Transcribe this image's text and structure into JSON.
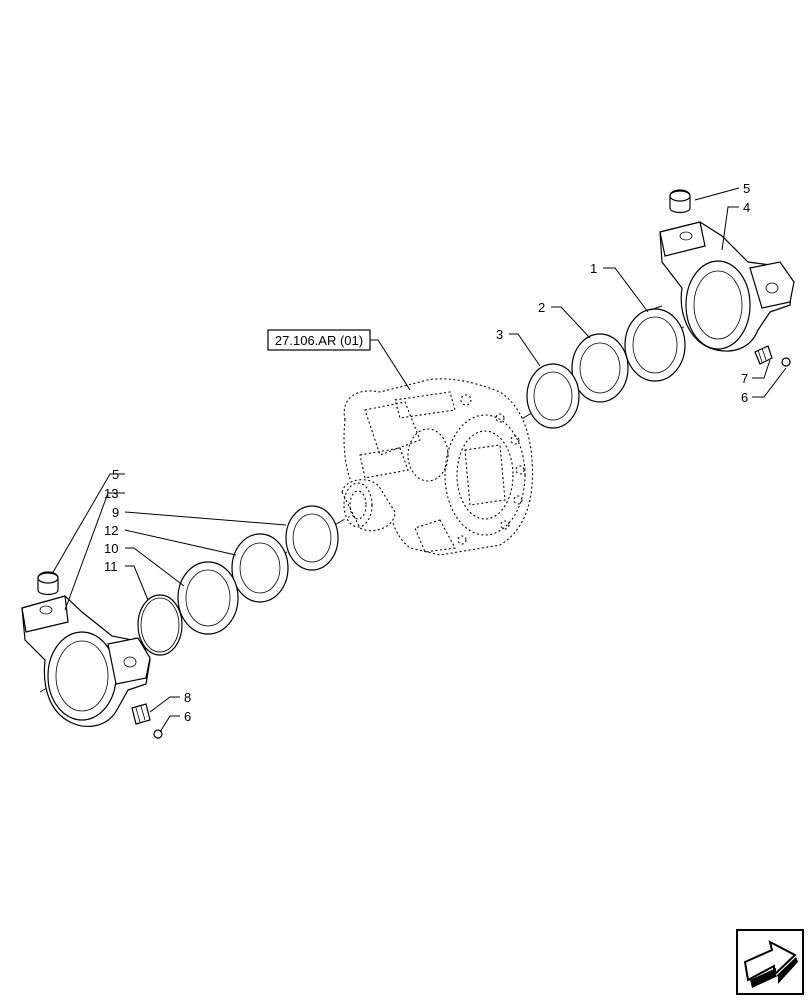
{
  "reference": {
    "label": "27.106.AR (01)"
  },
  "callouts": {
    "c1": "1",
    "c2": "2",
    "c3": "3",
    "c4": "4",
    "c5_right": "5",
    "c6_right": "6",
    "c7": "7",
    "c5_left": "5",
    "c13": "13",
    "c9": "9",
    "c12": "12",
    "c10": "10",
    "c11": "11",
    "c8": "8",
    "c6_left": "6"
  },
  "nav": {
    "icon": "next-page-arrow-icon"
  }
}
